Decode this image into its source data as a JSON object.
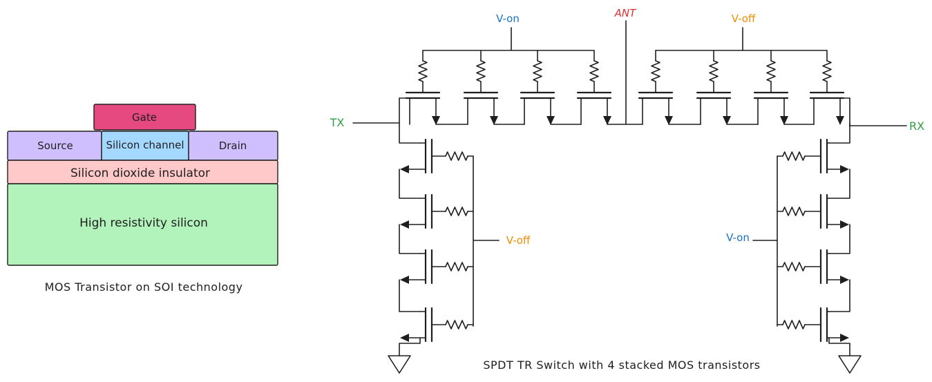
{
  "soi": {
    "gate": "Gate",
    "source": "Source",
    "channel": "Silicon channel",
    "drain": "Drain",
    "insulator": "Silicon dioxide insulator",
    "substrate": "High resistivity silicon",
    "caption": "MOS Transistor on SOI technology",
    "colors": {
      "gate": "#e64980",
      "source": "#d0bfff",
      "channel": "#a5d8ff",
      "drain": "#d0bfff",
      "insulator": "#ffc9c9",
      "substrate": "#b2f2bb"
    }
  },
  "circuit": {
    "ant": "ANT",
    "tx": "TX",
    "rx": "RX",
    "v_on_top": "V-on",
    "v_off_top": "V-off",
    "v_off_left": "V-off",
    "v_on_right": "V-on",
    "caption": "SPDT TR Switch with 4 stacked MOS transistors",
    "colors": {
      "ant": "#e03131",
      "v_on": "#1971c2",
      "v_off": "#f08c00",
      "port": "#2f9e44",
      "wire": "#1e1e1e"
    }
  }
}
